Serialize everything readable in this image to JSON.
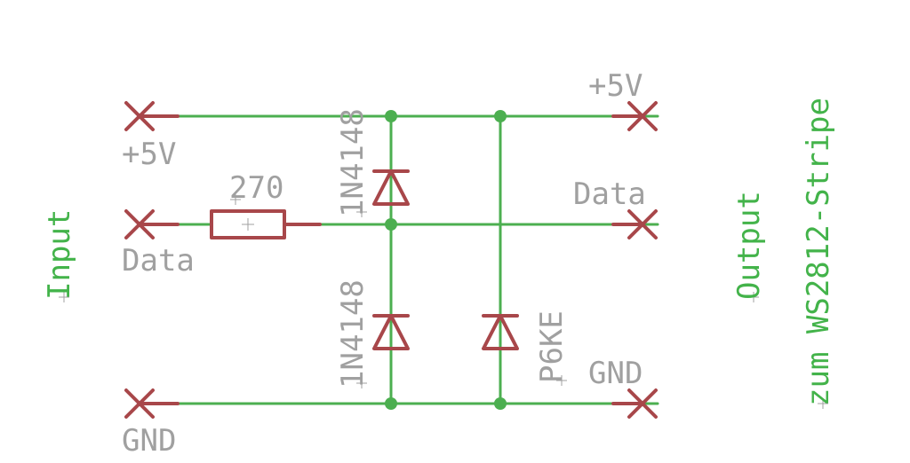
{
  "colors": {
    "wire": "#4caf50",
    "symbol": "#a8474a",
    "label_gray": "#a0a0a0",
    "label_green": "#43b34a",
    "background": "#ffffff"
  },
  "connectors": {
    "input_5v": "+5V",
    "input_data": "Data",
    "input_gnd": "GND",
    "output_5v": "+5V",
    "output_data": "Data",
    "output_gnd": "GND"
  },
  "components": {
    "resistor": {
      "value": "270"
    },
    "diode_top": {
      "part": "1N4148"
    },
    "diode_bottom": {
      "part": "1N4148"
    },
    "tvs_diode": {
      "part": "P6KE"
    }
  },
  "section_labels": {
    "input": "Input",
    "output": "Output",
    "target": "zum WS2812-Stripe"
  }
}
